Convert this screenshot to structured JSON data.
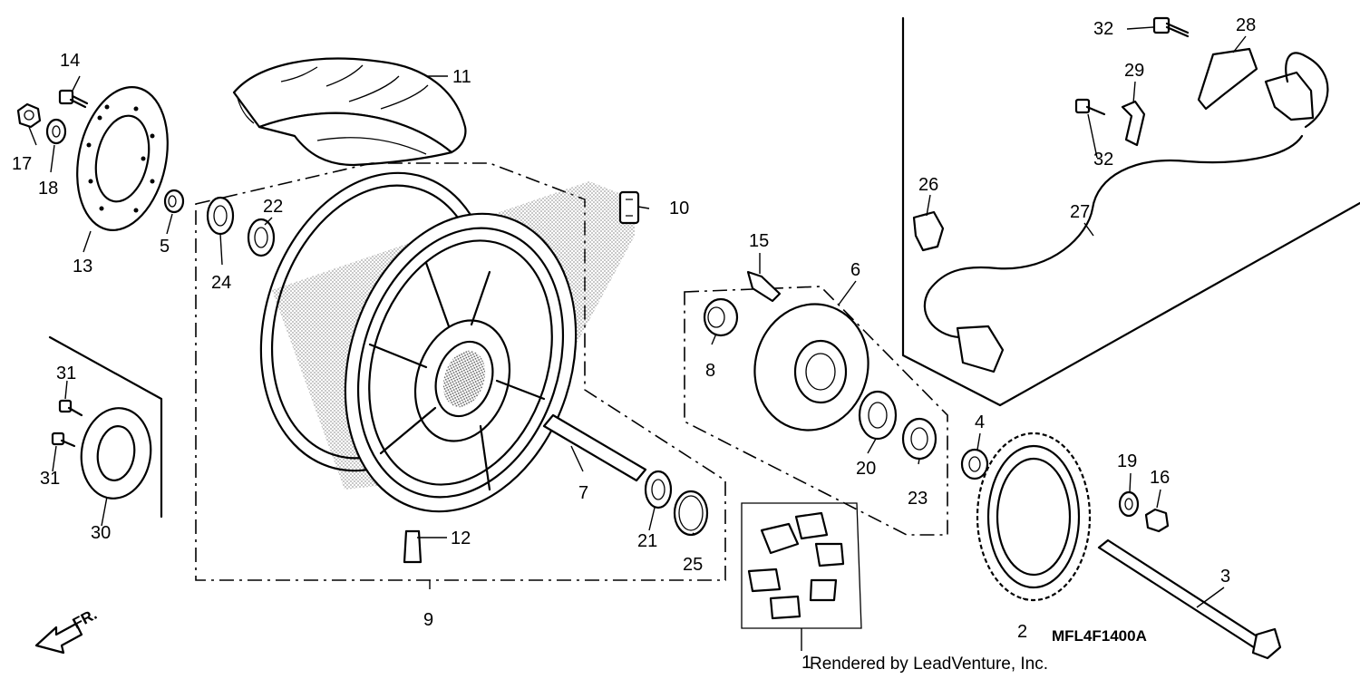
{
  "diagram": {
    "drawing_code": "MFL4F1400A",
    "credit": "Rendered by LeadVenture, Inc.",
    "direction_label": "FR.",
    "callouts": [
      {
        "number": "1",
        "part": "rear-wheel-damper"
      },
      {
        "number": "2",
        "part": "final-driven-sprocket"
      },
      {
        "number": "3",
        "part": "rear-axle"
      },
      {
        "number": "4",
        "part": "collar"
      },
      {
        "number": "5",
        "part": "collar-right"
      },
      {
        "number": "6",
        "part": "sprocket-flange"
      },
      {
        "number": "7",
        "part": "distance-collar"
      },
      {
        "number": "8",
        "part": "flange-collar"
      },
      {
        "number": "9",
        "part": "rear-wheel-assembly"
      },
      {
        "number": "10",
        "part": "balance-weight"
      },
      {
        "number": "11",
        "part": "rear-tire"
      },
      {
        "number": "12",
        "part": "air-valve"
      },
      {
        "number": "13",
        "part": "rear-brake-disc"
      },
      {
        "number": "14",
        "part": "disc-bolt"
      },
      {
        "number": "15",
        "part": "flange-stud-bolt"
      },
      {
        "number": "16",
        "part": "sprocket-nut"
      },
      {
        "number": "17",
        "part": "axle-nut"
      },
      {
        "number": "18",
        "part": "washer"
      },
      {
        "number": "19",
        "part": "sprocket-washer"
      },
      {
        "number": "20",
        "part": "radial-ball-bearing"
      },
      {
        "number": "21",
        "part": "radial-ball-bearing-left"
      },
      {
        "number": "22",
        "part": "radial-ball-bearing-right"
      },
      {
        "number": "23",
        "part": "oil-seal"
      },
      {
        "number": "24",
        "part": "dust-seal"
      },
      {
        "number": "25",
        "part": "o-ring"
      },
      {
        "number": "26",
        "part": "clamp"
      },
      {
        "number": "27",
        "part": "abs-sensor-cord"
      },
      {
        "number": "28",
        "part": "abs-sensor"
      },
      {
        "number": "29",
        "part": "cord-stay"
      },
      {
        "number": "30",
        "part": "pulser-ring"
      },
      {
        "number": "31",
        "part": "pulser-ring-screw"
      },
      {
        "number": "32",
        "part": "sensor-bolt"
      }
    ]
  }
}
